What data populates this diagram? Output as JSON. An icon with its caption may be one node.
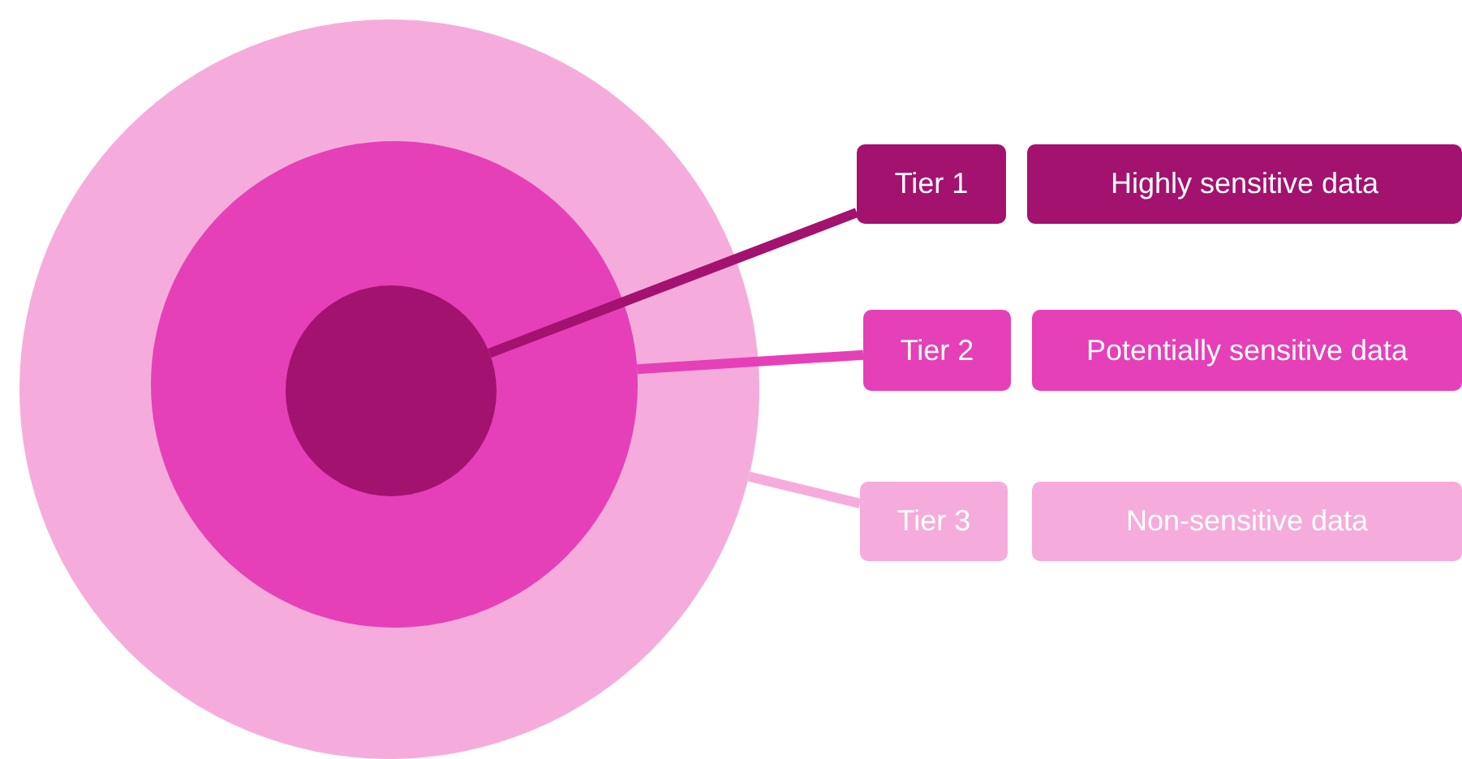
{
  "diagram": {
    "nodes": [
      {
        "text": [],
        "shape": "circle"
      },
      {
        "text": [],
        "shape": "circle",
        "in": 0
      },
      {
        "text": [],
        "shape": "circle",
        "in": 1
      },
      {
        "text": [
          "Tier 1"
        ]
      },
      {
        "text": [
          "Highly sensitive data"
        ]
      },
      {
        "text": [
          "Tier 2"
        ]
      },
      {
        "text": [
          "Potentially sensitive data"
        ]
      },
      {
        "text": [
          "Tier 3"
        ]
      },
      {
        "text": [
          "Non-sensitive data"
        ]
      }
    ],
    "edges": [
      {
        "from": 2,
        "to": 3,
        "arrow": "none",
        "color": "#a3126f"
      },
      {
        "from": 1,
        "to": 5,
        "arrow": "none",
        "color": "#e540b8"
      },
      {
        "from": 0,
        "to": 7,
        "arrow": "none",
        "color": "#f5acdc"
      }
    ]
  }
}
